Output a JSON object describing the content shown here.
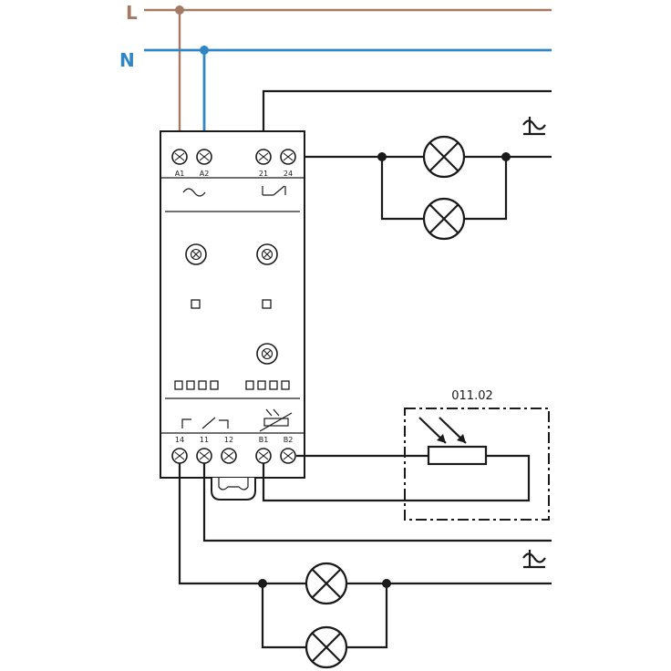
{
  "lines": {
    "phase": {
      "label": "L",
      "color": "#a57a64"
    },
    "neutral": {
      "label": "N",
      "color": "#2f86c4"
    }
  },
  "terminals": {
    "top": [
      "A1",
      "A2",
      "21",
      "24"
    ],
    "bottom": [
      "14",
      "11",
      "12",
      "B1",
      "B2"
    ]
  },
  "sensor": {
    "label": "011.02"
  },
  "icons": [
    "ac-supply-symbol",
    "relay-contact-symbol",
    "light-sensor-symbol",
    "lamp-icon",
    "photoresistor-icon"
  ]
}
